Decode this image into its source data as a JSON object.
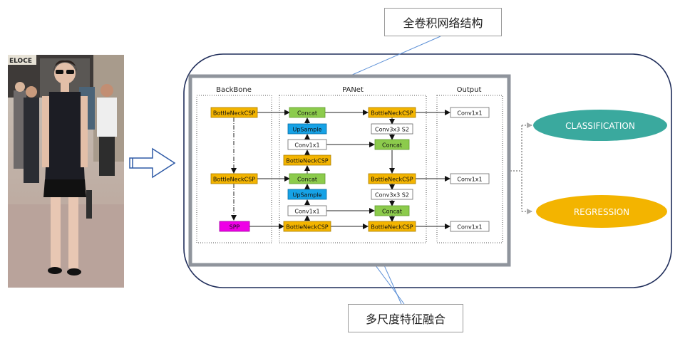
{
  "callouts": {
    "top": "全卷积网络结构",
    "bottom": "多尺度特征融合"
  },
  "photo": {
    "store_sign": "ELOCE"
  },
  "sections": {
    "backbone": "BackBone",
    "panet": "PANet",
    "output": "Output"
  },
  "backbone": {
    "csp1": "BottleNeckCSP",
    "csp2": "BottleNeckCSP",
    "spp": "SPP"
  },
  "panet": {
    "concat_top": "Concat",
    "upsample_top": "UpSample",
    "conv1x1_top": "Conv1x1",
    "csp_mid_upper": "BottleNeckCSP",
    "concat_mid": "Concat",
    "upsample_low": "UpSample",
    "conv1x1_low": "Conv1x1",
    "csp_bottom_left": "BottleNeckCSP",
    "csp_right_1": "BottleNeckCSP",
    "conv3x3_1": "Conv3x3 S2",
    "concat_right_1": "Concat",
    "csp_right_2": "BottleNeckCSP",
    "conv3x3_2": "Conv3x3 S2",
    "concat_right_2": "Concat",
    "csp_right_3": "BottleNeckCSP"
  },
  "output": {
    "conv_1": "Conv1x1",
    "conv_2": "Conv1x1",
    "conv_3": "Conv1x1"
  },
  "heads": {
    "classification": "CLASSIFICATION",
    "regression": "REGRESSION"
  },
  "colors": {
    "csp": "#f3b400",
    "concat": "#8ccb4c",
    "upsample": "#16a2e6",
    "spp": "#ee00e6",
    "classification": "#3aa99e",
    "regression": "#f3b400",
    "outline_blue": "#1f2d5a",
    "panel_gray": "#8f949c"
  }
}
